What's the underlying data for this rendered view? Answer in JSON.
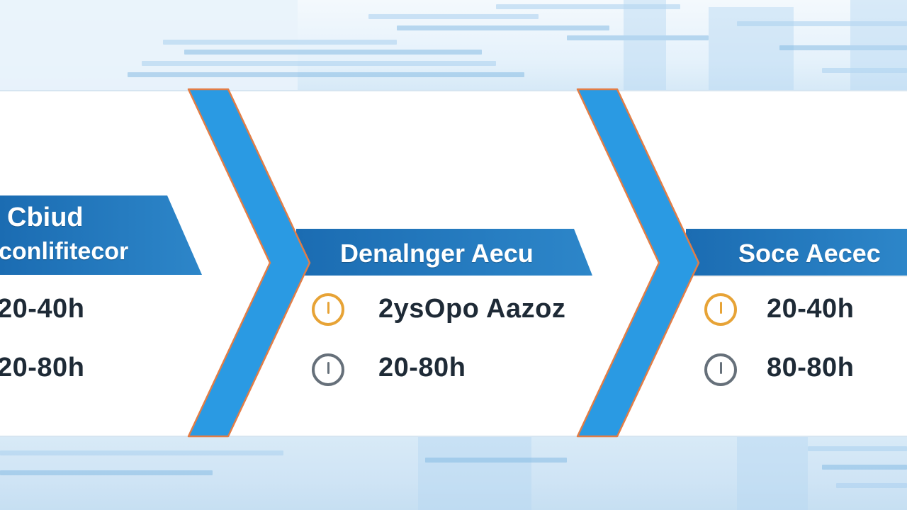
{
  "colors": {
    "banner_blue": "#1b6cb2",
    "chevron_blue": "#2a9ae3",
    "chevron_outline": "#e27d46",
    "clock_orange": "#e7a336",
    "clock_gray": "#66707a",
    "text_dark": "#1e2a36"
  },
  "stages": [
    {
      "title_lines": [
        "Cbiud",
        "conlifitecor"
      ],
      "rows": [
        {
          "text": "20-40h"
        },
        {
          "text": "20-80h"
        }
      ]
    },
    {
      "title_lines": [
        "Denalnger Aecu"
      ],
      "rows": [
        {
          "text": "2ysOpo Aazoz",
          "icon": "clock-icon"
        },
        {
          "text": "20-80h",
          "icon": "clock-icon"
        }
      ]
    },
    {
      "title_lines": [
        "Soce Aecec"
      ],
      "rows": [
        {
          "text": "20-40h",
          "icon": "clock-icon"
        },
        {
          "text": "80-80h",
          "icon": "clock-icon"
        }
      ]
    }
  ]
}
